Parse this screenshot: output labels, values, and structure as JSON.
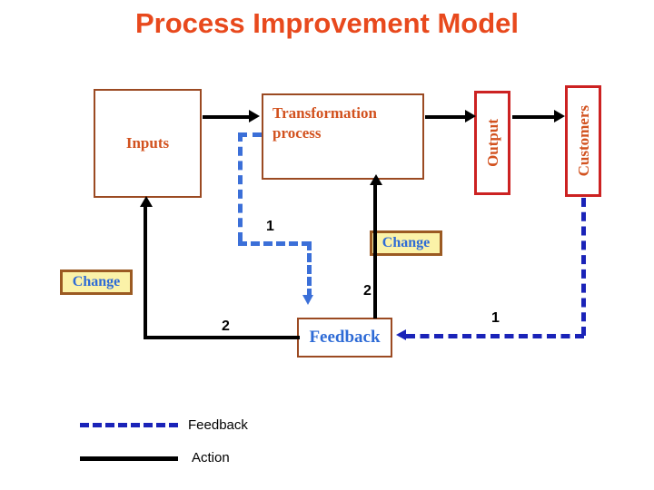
{
  "title": "Process Improvement Model",
  "colors": {
    "title": "#E8491D",
    "box_border_brown": "#9B4A22",
    "box_border_red": "#CC2222",
    "box_text_orange": "#D2521F",
    "change_fill": "#FBF2A8",
    "change_border": "#9B5A22",
    "blue_text": "#2E6BD6",
    "feedback_dash_light": "#3B6FD8",
    "feedback_dash_dark": "#1A23B8",
    "action_line": "#000000",
    "background": "#FFFFFF"
  },
  "nodes": {
    "inputs": "Inputs",
    "transformation": "Transformation process",
    "output": "Output",
    "customers": "Customers",
    "change_left": "Change",
    "change_right": "Change",
    "feedback": "Feedback"
  },
  "labels": {
    "loop1_inner": "1",
    "loop2_inner": "2",
    "loop2_outer": "2",
    "loop1_outer": "1"
  },
  "legend": {
    "feedback": "Feedback",
    "action": "Action"
  },
  "chart_data": {
    "type": "diagram",
    "title": "Process Improvement Model",
    "nodes": [
      {
        "id": "inputs",
        "label": "Inputs",
        "shape": "rect",
        "orientation": "horizontal",
        "border": "#9B4A22",
        "fill": "#FFFFFF",
        "text_color": "#D2521F"
      },
      {
        "id": "transformation",
        "label": "Transformation process",
        "shape": "rect",
        "orientation": "horizontal",
        "border": "#9B4A22",
        "fill": "#FFFFFF",
        "text_color": "#D2521F"
      },
      {
        "id": "output",
        "label": "Output",
        "shape": "rect",
        "orientation": "vertical",
        "border": "#CC2222",
        "fill": "#FFFFFF",
        "text_color": "#D2521F"
      },
      {
        "id": "customers",
        "label": "Customers",
        "shape": "rect",
        "orientation": "vertical",
        "border": "#CC2222",
        "fill": "#FFFFFF",
        "text_color": "#D2521F"
      },
      {
        "id": "change_left",
        "label": "Change",
        "shape": "rect",
        "orientation": "horizontal",
        "border": "#9B5A22",
        "fill": "#FBF2A8",
        "text_color": "#2E6BD6"
      },
      {
        "id": "change_right",
        "label": "Change",
        "shape": "rect",
        "orientation": "horizontal",
        "border": "#9B5A22",
        "fill": "#FBF2A8",
        "text_color": "#2E6BD6"
      },
      {
        "id": "feedback",
        "label": "Feedback",
        "shape": "rect",
        "orientation": "horizontal",
        "border": "#9B4A22",
        "fill": "#FFFFFF",
        "text_color": "#2E6BD6"
      }
    ],
    "edges": [
      {
        "from": "inputs",
        "to": "transformation",
        "style": "solid",
        "kind": "Action",
        "label": ""
      },
      {
        "from": "transformation",
        "to": "output",
        "style": "solid",
        "kind": "Action",
        "label": ""
      },
      {
        "from": "output",
        "to": "customers",
        "style": "solid",
        "kind": "Action",
        "label": ""
      },
      {
        "from": "transformation",
        "to": "inputs",
        "style": "dashed",
        "kind": "Feedback",
        "label": "1"
      },
      {
        "from": "customers",
        "to": "feedback",
        "style": "dashed",
        "kind": "Feedback",
        "label": "1"
      },
      {
        "from": "feedback",
        "to": "transformation",
        "style": "solid",
        "kind": "Action",
        "label": "2"
      },
      {
        "from": "feedback",
        "to": "inputs",
        "style": "solid",
        "kind": "Action",
        "label": "2"
      }
    ],
    "legend": [
      {
        "label": "Feedback",
        "style": "dashed",
        "color": "#1A23B8"
      },
      {
        "label": "Action",
        "style": "solid",
        "color": "#000000"
      }
    ]
  }
}
